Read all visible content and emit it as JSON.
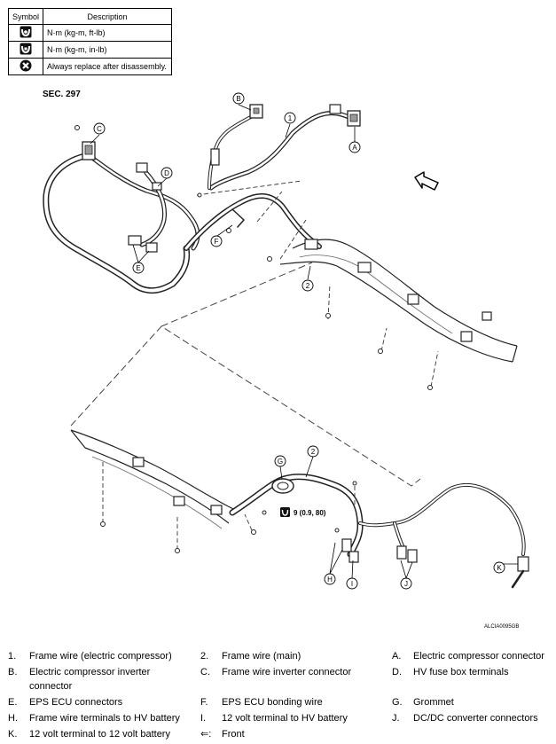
{
  "symbol_table": {
    "header_symbol": "Symbol",
    "header_description": "Description",
    "rows": [
      {
        "icon": "torque-wrench-icon",
        "description": "N·m (kg-m, ft-lb)"
      },
      {
        "icon": "torque-wrench-small-icon",
        "description": "N·m (kg-m, in-lb)"
      },
      {
        "icon": "always-replace-icon",
        "description": "Always replace after disassembly."
      }
    ]
  },
  "section": "SEC. 297",
  "callouts": {
    "a": "A",
    "b": "B",
    "c": "C",
    "d": "D",
    "e": "E",
    "f": "F",
    "g": "G",
    "h": "H",
    "i": "I",
    "j": "J",
    "k": "K",
    "n1": "1",
    "n2a": "2",
    "n2b": "2"
  },
  "torque": "9 (0.9, 80)",
  "figure_code": "ALCIA0095GB",
  "legend": [
    [
      {
        "key": "1.",
        "text": "Frame wire (electric compressor)"
      },
      {
        "key": "2.",
        "text": "Frame wire (main)"
      },
      {
        "key": "A.",
        "text": "Electric compressor connector"
      }
    ],
    [
      {
        "key": "B.",
        "text": "Electric compressor inverter connector"
      },
      {
        "key": "C.",
        "text": "Frame wire inverter connector"
      },
      {
        "key": "D.",
        "text": "HV fuse box terminals"
      }
    ],
    [
      {
        "key": "E.",
        "text": "EPS ECU connectors"
      },
      {
        "key": "F.",
        "text": "EPS ECU bonding wire"
      },
      {
        "key": "G.",
        "text": "Grommet"
      }
    ],
    [
      {
        "key": "H.",
        "text": "Frame wire terminals to HV battery"
      },
      {
        "key": "I.",
        "text": "12 volt terminal to HV battery"
      },
      {
        "key": "J.",
        "text": "DC/DC converter connectors"
      }
    ],
    [
      {
        "key": "K.",
        "text": "12 volt terminal to 12 volt battery"
      },
      {
        "key": "⇐:",
        "text": "Front"
      },
      {
        "key": "",
        "text": ""
      }
    ]
  ]
}
